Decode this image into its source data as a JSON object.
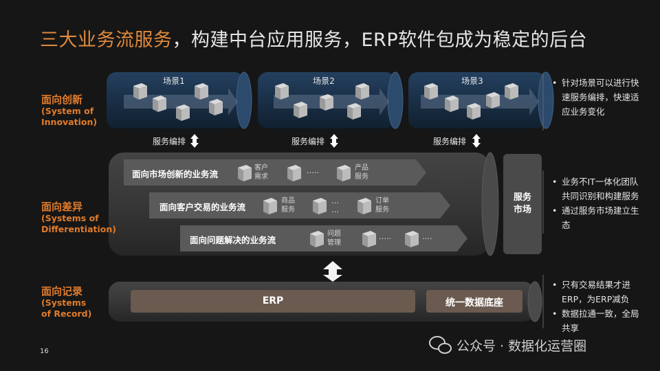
{
  "title": {
    "highlight": "三大业务流服务",
    "rest": "，构建中台应用服务，ERP软件包成为稳定的后台"
  },
  "layers": [
    {
      "name": "面向创新",
      "en1": "(System of",
      "en2": "Innovation)"
    },
    {
      "name": "面向差异",
      "en1": "(Systems of",
      "en2": "Differentiation)"
    },
    {
      "name": "面向记录",
      "en1": "(Systems",
      "en2": "of Record)"
    }
  ],
  "scenes": [
    "场景1",
    "场景2",
    "场景3"
  ],
  "orchestration": "服务编排",
  "flows": [
    {
      "label": "面向市场创新的业务流",
      "items": [
        [
          "客户",
          "需求"
        ],
        "…..",
        [
          "产品",
          "服务"
        ]
      ]
    },
    {
      "label": "面向客户交易的业务流",
      "items": [
        [
          "商品",
          "服务"
        ],
        "…",
        [
          "订单",
          "服务"
        ]
      ]
    },
    {
      "label": "面向问题解决的业务流",
      "items": [
        [
          "问题",
          "管理"
        ],
        "…..",
        "…."
      ]
    }
  ],
  "market": {
    "line1": "服务",
    "line2": "市场"
  },
  "record": {
    "erp": "ERP",
    "base": "统一数据底座"
  },
  "notes": {
    "top": [
      "针对场景可以进行快",
      "速服务编排，快速适",
      "应业务变化"
    ],
    "mid": [
      [
        "业务不IT一体化团队",
        "共同识别和构建服务"
      ],
      [
        "通过服务市场建立生",
        "态"
      ]
    ],
    "bottom": [
      [
        "只有交易结果才进",
        "ERP，为ERP减负"
      ],
      [
        "数据拉通一致，全局",
        "共享"
      ]
    ]
  },
  "page_number": "16",
  "watermark": "公众号 · 数据化运营圈",
  "colors": {
    "accent": "#e07c2c",
    "blue_pipe": "#1f3550",
    "grey_pipe": "#3a3a3a",
    "erp_bar": "#6b5a4f"
  }
}
